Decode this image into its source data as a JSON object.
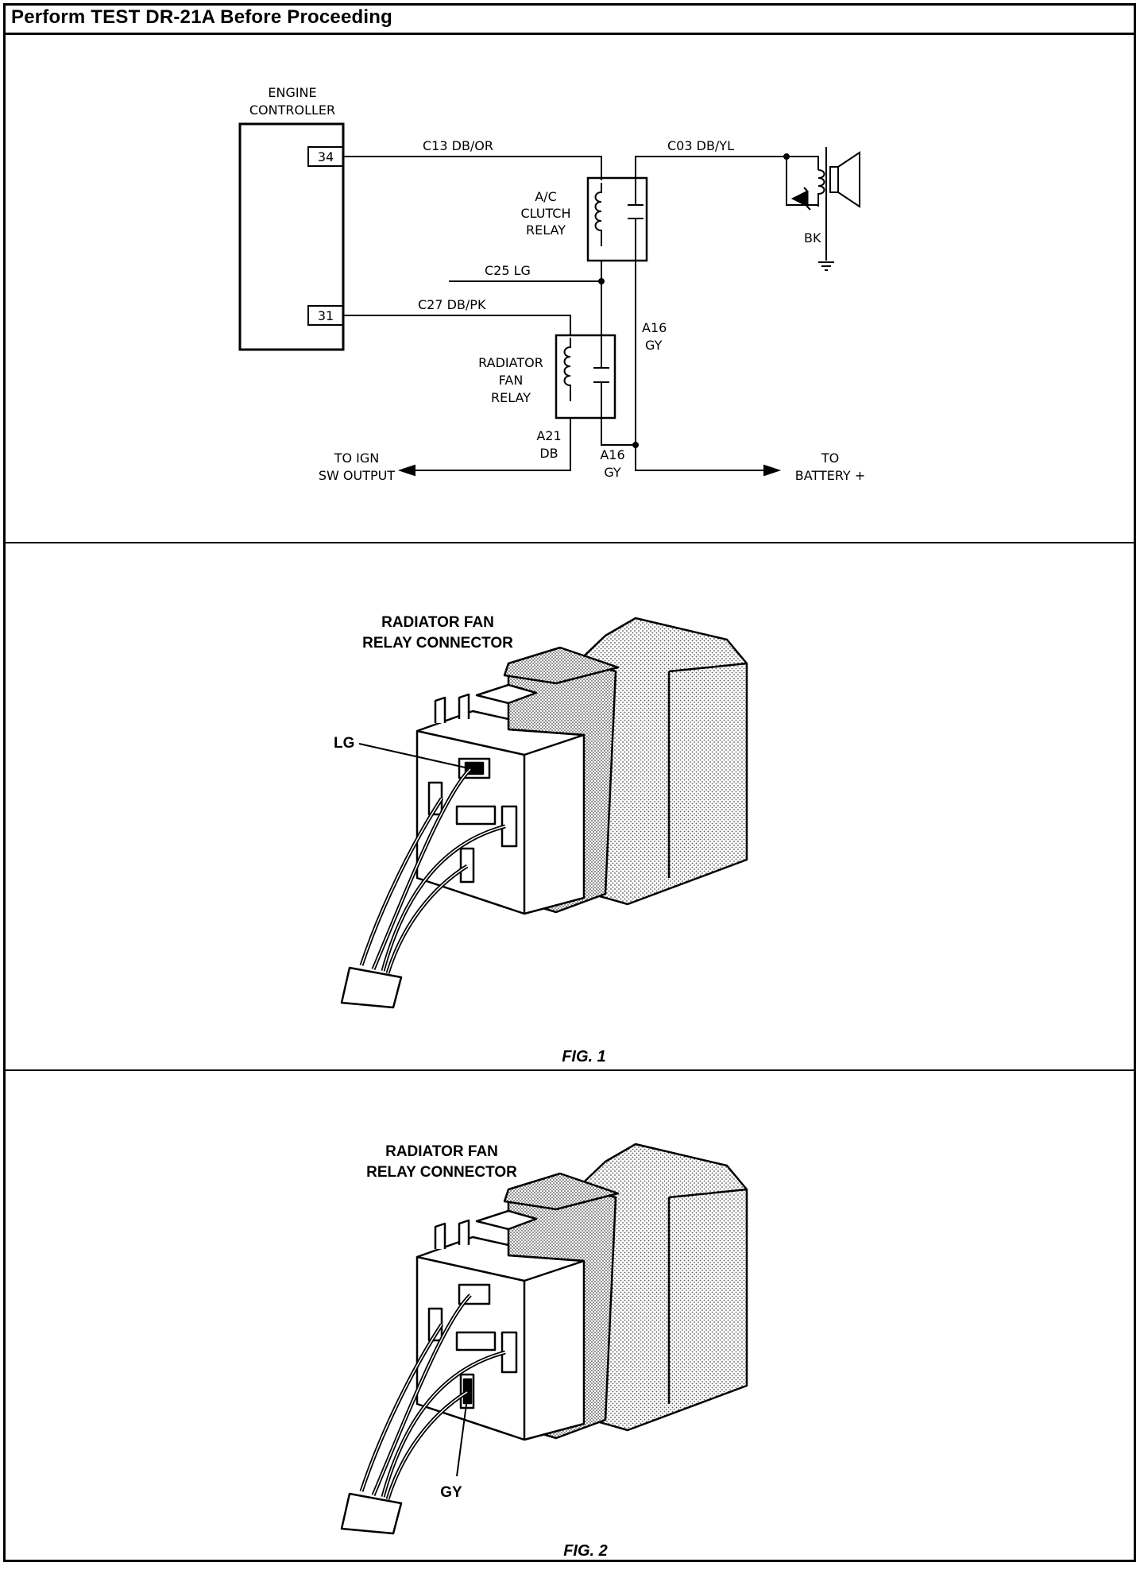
{
  "header": {
    "title": "Perform TEST DR-21A Before Proceeding"
  },
  "schematic": {
    "engine_controller_line1": "ENGINE",
    "engine_controller_line2": "CONTROLLER",
    "pin_top": "34",
    "pin_bottom": "31",
    "wire_c13": "C13  DB/OR",
    "wire_c03": "C03  DB/YL",
    "wire_c25": "C25  LG",
    "wire_c27": "C27  DB/PK",
    "ac_relay_line1": "A/C",
    "ac_relay_line2": "CLUTCH",
    "ac_relay_line3": "RELAY",
    "fan_relay_line1": "RADIATOR",
    "fan_relay_line2": "FAN",
    "fan_relay_line3": "RELAY",
    "a16_upper_1": "A16",
    "a16_upper_2": "GY",
    "a21_1": "A21",
    "a21_2": "DB",
    "a16_lower_1": "A16",
    "a16_lower_2": "GY",
    "bk": "BK",
    "ign_line1": "TO  IGN",
    "ign_line2": "SW  OUTPUT",
    "bat_line1": "TO",
    "bat_line2": "BATTERY  +"
  },
  "figure1": {
    "title_line1": "RADIATOR FAN",
    "title_line2": "RELAY CONNECTOR",
    "callout": "LG",
    "caption": "FIG. 1"
  },
  "figure2": {
    "title_line1": "RADIATOR FAN",
    "title_line2": "RELAY CONNECTOR",
    "callout": "GY",
    "caption": "FIG. 2"
  }
}
